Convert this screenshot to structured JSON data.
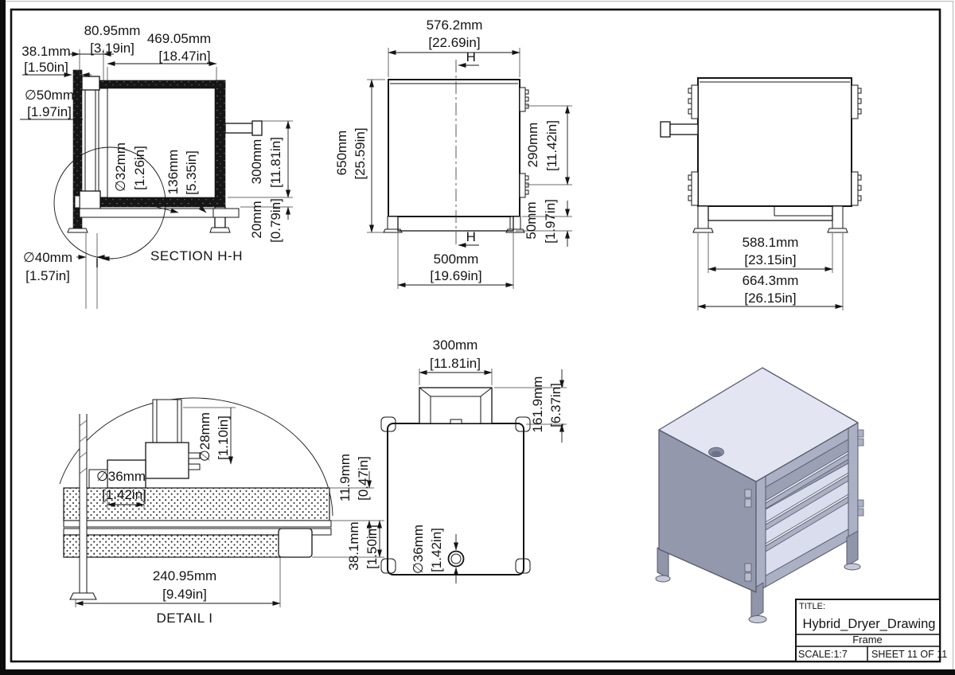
{
  "sheet": {
    "type": "engineering-drawing",
    "line_color": "#141414",
    "background": "#ffffff"
  },
  "views": {
    "section_hh": {
      "label": "SECTION H-H",
      "detail_marker": "I",
      "dims": {
        "d38_1": {
          "mm": "38.1mm",
          "in": "[1.50in]"
        },
        "d80_95": {
          "mm": "80.95mm",
          "in": "[3.19in]"
        },
        "d469_05": {
          "mm": "469.05mm",
          "in": "[18.47in]"
        },
        "d50": {
          "mm": "∅50mm",
          "in": "[1.97in]"
        },
        "d32": {
          "mm": "∅32mm",
          "in": "[1.26in]"
        },
        "d136": {
          "mm": "136mm",
          "in": "[5.35in]"
        },
        "d300": {
          "mm": "300mm",
          "in": "[11.81in]"
        },
        "d20": {
          "mm": "20mm",
          "in": "[0.79in]"
        },
        "d40": {
          "mm": "∅40mm",
          "in": "[1.57in]"
        }
      }
    },
    "front_view": {
      "section_marker": "H",
      "dims": {
        "d576_2": {
          "mm": "576.2mm",
          "in": "[22.69in]"
        },
        "d650": {
          "mm": "650mm",
          "in": "[25.59in]"
        },
        "d290": {
          "mm": "290mm",
          "in": "[11.42in]"
        },
        "d50": {
          "mm": "50mm",
          "in": "[1.97in]"
        },
        "d500": {
          "mm": "500mm",
          "in": "[19.69in]"
        }
      }
    },
    "side_view": {
      "dims": {
        "d588_1": {
          "mm": "588.1mm",
          "in": "[23.15in]"
        },
        "d664_3": {
          "mm": "664.3mm",
          "in": "[26.15in]"
        }
      }
    },
    "detail_i": {
      "label": "DETAIL I",
      "dims": {
        "d28": {
          "mm": "∅28mm",
          "in": "[1.10in]"
        },
        "d36": {
          "mm": "∅36mm",
          "in": "[1.42in]"
        },
        "d11_9": {
          "mm": "11.9mm",
          "in": "[0.47in]"
        },
        "d38_1": {
          "mm": "38.1mm",
          "in": "[1.50in]"
        },
        "d240_95": {
          "mm": "240.95mm",
          "in": "[9.49in]"
        }
      }
    },
    "top_view": {
      "dims": {
        "d300": {
          "mm": "300mm",
          "in": "[11.81in]"
        },
        "d161_9": {
          "mm": "161.9mm",
          "in": "[6.37in]"
        },
        "d36": {
          "mm": "∅36mm",
          "in": "[1.42in]"
        }
      }
    }
  },
  "iso": {
    "colors": {
      "top_face": "#e3e6f2",
      "left_face": "#9398ac",
      "interior": "#9ba0b4",
      "floor": "#dadded",
      "frame": "#acb0c4",
      "leg": "#9095aa",
      "foot": "#c6cad8",
      "hole": "#878ca2",
      "hole_inner": "#6d7288",
      "edge": "#565a6c"
    }
  },
  "title_block": {
    "title_label": "TITLE:",
    "title": "Hybrid_Dryer_Drawing",
    "part_name": "Frame",
    "scale": "SCALE:1:7",
    "sheet": "SHEET 11 OF 11"
  }
}
